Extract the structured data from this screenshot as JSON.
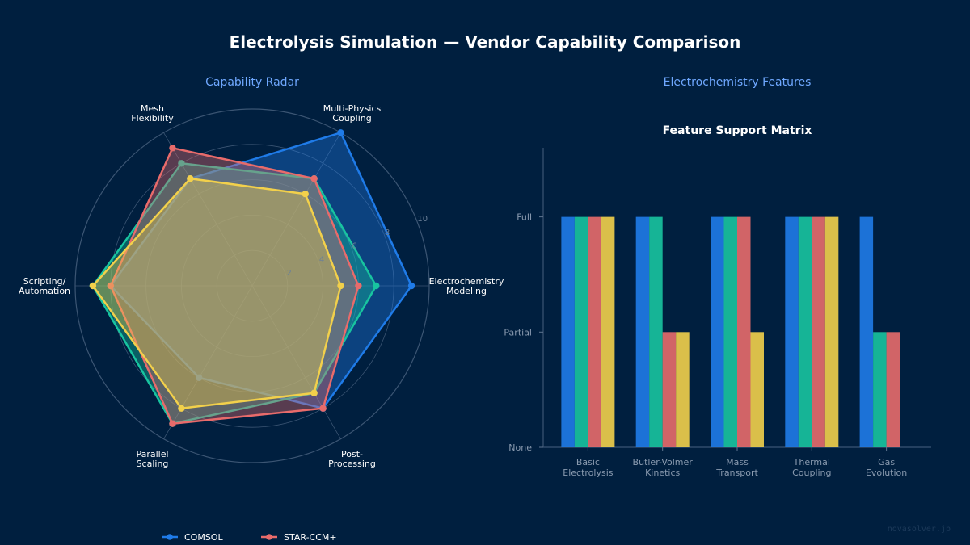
{
  "title": "Electrolysis Simulation — Vendor Capability Comparison",
  "watermark": "novasolver.jp",
  "colors": {
    "background": "#001f3f",
    "grid": "#3b5573",
    "COMSOL": "#1f7be8",
    "ANSYS Fluent": "#18c4a0",
    "STAR-CCM+": "#e86b6b",
    "OpenFOAM": "#f2d04b"
  },
  "chart_data": [
    {
      "type": "radar",
      "subtitle": "Capability Radar",
      "axes": [
        "Electrochemistry\nModeling",
        "Multi-Physics\nCoupling",
        "Mesh\nFlexibility",
        "Scripting/\nAutomation",
        "Parallel\nScaling",
        "Post-\nProcessing"
      ],
      "radial_ticks": [
        2,
        4,
        6,
        8,
        10
      ],
      "rmax": 10,
      "series": [
        {
          "name": "COMSOL",
          "values": [
            9,
            10,
            7,
            8,
            6,
            8
          ]
        },
        {
          "name": "",
          "values": [
            7,
            7,
            8,
            9,
            9,
            7
          ]
        },
        {
          "name": "STAR-CCM+",
          "values": [
            6,
            7,
            9,
            8,
            9,
            8
          ]
        },
        {
          "name": "",
          "values": [
            5,
            6,
            7,
            9,
            8,
            7
          ]
        }
      ],
      "legend": {
        "placement": "bottom",
        "visible_entries": [
          "COMSOL",
          "STAR-CCM+"
        ]
      }
    },
    {
      "type": "bar",
      "subtitle": "Electrochemistry Features",
      "title": "Feature Support Matrix",
      "categories": [
        "Basic\nElectrolysis",
        "Butler-Volmer\nKinetics",
        "Mass\nTransport",
        "Thermal\nCoupling",
        "Gas\nEvolution"
      ],
      "y_ticks": [
        {
          "value": 0,
          "label": "None"
        },
        {
          "value": 1,
          "label": "Partial"
        },
        {
          "value": 2,
          "label": "Full"
        }
      ],
      "ylim": [
        0,
        2.6
      ],
      "series": [
        {
          "name": "COMSOL",
          "values": [
            2,
            2,
            2,
            2,
            2
          ]
        },
        {
          "name": "",
          "values": [
            2,
            2,
            2,
            2,
            1
          ]
        },
        {
          "name": "",
          "values": [
            2,
            1,
            2,
            2,
            1
          ]
        },
        {
          "name": "",
          "values": [
            2,
            1,
            1,
            2,
            0
          ]
        }
      ]
    }
  ]
}
